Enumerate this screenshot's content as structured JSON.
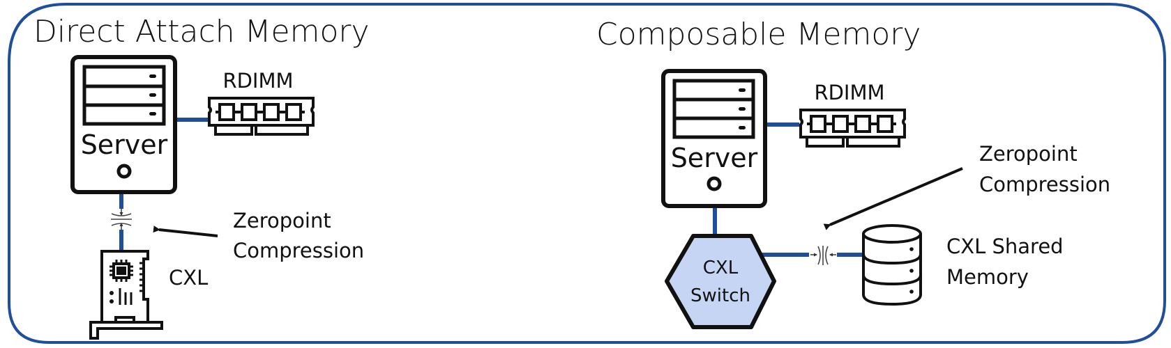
{
  "colors": {
    "frame": "#1f4e9a",
    "link": "#1f4e9a",
    "switch_fill": "#c5d5f3",
    "outline": "#111111"
  },
  "panels": {
    "direct": {
      "title": "Direct Attach Memory",
      "server_label": "Server",
      "rdimm_label": "RDIMM",
      "compression_label_line1": "Zeropoint",
      "compression_label_line2": "Compression",
      "device_label": "CXL"
    },
    "composable": {
      "title": "Composable Memory",
      "server_label": "Server",
      "rdimm_label": "RDIMM",
      "compression_label_line1": "Zeropoint",
      "compression_label_line2": "Compression",
      "switch_label_line1": "CXL",
      "switch_label_line2": "Switch",
      "shared_label_line1": "CXL Shared",
      "shared_label_line2": "Memory"
    }
  },
  "icons": {
    "server": "server-tower-icon",
    "rdimm": "memory-module-icon",
    "compression": "compress-icon",
    "cxl_card": "expansion-card-icon",
    "switch": "hexagon-switch-icon",
    "database": "database-cylinder-icon",
    "arrow": "pointer-arrow-icon"
  }
}
